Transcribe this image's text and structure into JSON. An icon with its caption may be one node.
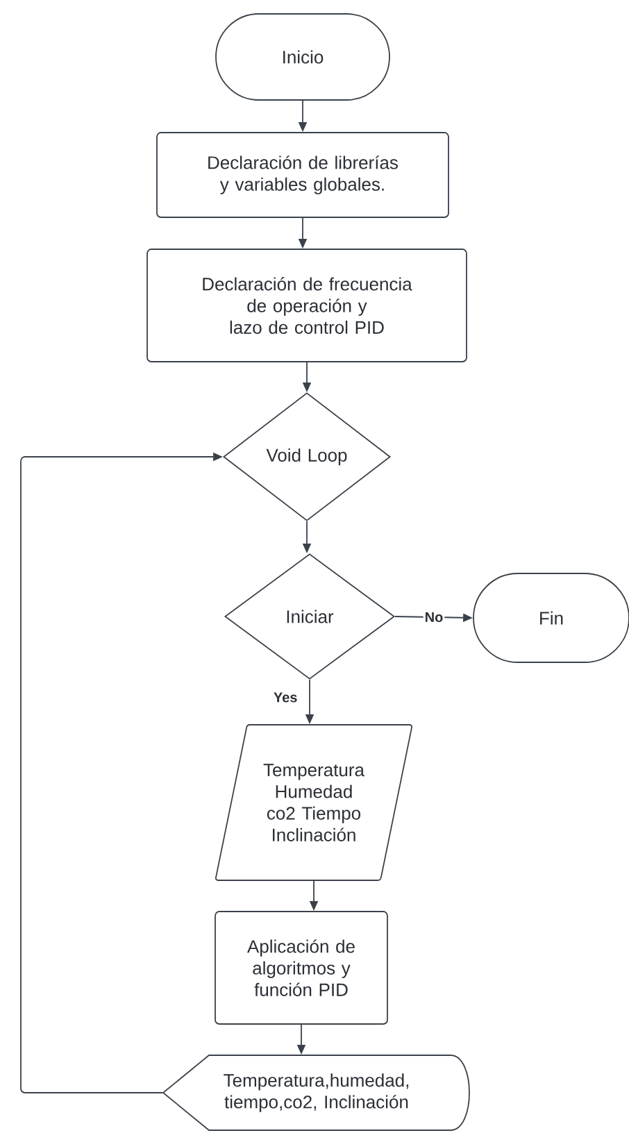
{
  "diagram": {
    "nodes": [
      {
        "text": [
          "Inicio"
        ]
      },
      {
        "text": [
          "Declaración de librerías y variables globales."
        ]
      },
      {
        "text": [
          "Declaración de frecuencia de operación y lazo de control PID"
        ]
      },
      {
        "text": [
          "Void Loop"
        ]
      },
      {
        "text": [
          "Iniciar"
        ]
      },
      {
        "text": [
          "Fin"
        ]
      },
      {
        "text": [
          "Temperatura Humedad co2 Tiempo Inclinación"
        ]
      },
      {
        "text": [
          "Aplicación de algoritmos y función PID"
        ]
      },
      {
        "text": [
          "Temperatura,humedad, tiempo,co2, Inclinación"
        ]
      }
    ],
    "edges": [
      {
        "from": 0,
        "to": 1,
        "arrow": "to"
      },
      {
        "from": 1,
        "to": 2,
        "arrow": "to"
      },
      {
        "from": 2,
        "to": 3,
        "arrow": "to"
      },
      {
        "from": 3,
        "to": 4,
        "arrow": "to"
      },
      {
        "from": 4,
        "to": 5,
        "arrow": "to",
        "label": "No"
      },
      {
        "from": 4,
        "to": 6,
        "arrow": "to",
        "label": "Yes"
      },
      {
        "from": 6,
        "to": 7,
        "arrow": "to"
      },
      {
        "from": 7,
        "to": 8,
        "arrow": "to"
      },
      {
        "from": 8,
        "to": 3,
        "arrow": "to"
      }
    ]
  }
}
